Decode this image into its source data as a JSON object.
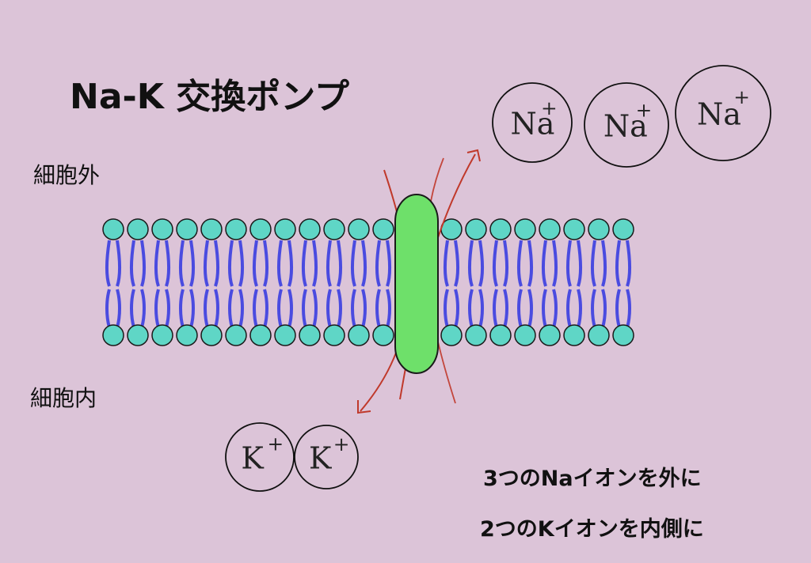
{
  "title": "Na-K 交換ポンプ",
  "labels": {
    "outside": "細胞外",
    "inside": "細胞内"
  },
  "notes": {
    "sodium": "3つのNaイオンを外に",
    "potassium": "2つのKイオンを内側に"
  },
  "ions": {
    "sodium": {
      "symbol": "Na",
      "charge": "+",
      "count": 3
    },
    "potassium": {
      "symbol": "K",
      "charge": "+",
      "count": 2
    }
  },
  "colors": {
    "background": "#dcc4d8",
    "lipid_head": "#5fd6c6",
    "lipid_tail": "#4a4be0",
    "pump": "#6ee06a",
    "arrow": "#c0392b"
  }
}
